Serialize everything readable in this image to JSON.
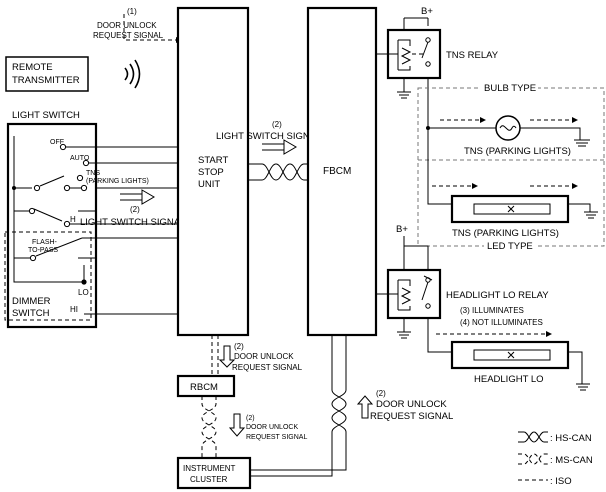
{
  "labels": {
    "remote_transmitter_1": "REMOTE",
    "remote_transmitter_2": "TRANSMITTER",
    "light_switch": "LIGHT SWITCH",
    "off": "OFF",
    "auto": "AUTO",
    "tns_1": "TNS",
    "tns_2": "(PARKING LIGHTS)",
    "h": "H",
    "flash_1": "FLASH-",
    "flash_2": "TO-PASS",
    "lo": "LO",
    "hi": "HI",
    "dimmer_1": "DIMMER",
    "dimmer_2": "SWITCH",
    "sig1_num": "(1)",
    "sig1_1": "DOOR UNLOCK",
    "sig1_2": "REQUEST SIGNAL",
    "sig2a_num": "(2)",
    "sig2a_text": "LIGHT SWITCH SIGNAL",
    "sig2b_num": "(2)",
    "sig2b_text": "LIGHT SWITCH SIGNAL",
    "ssu_1": "START",
    "ssu_2": "STOP",
    "ssu_3": "UNIT",
    "fbcm": "FBCM",
    "bplus_1": "B+",
    "bplus_2": "B+",
    "tns_relay": "TNS RELAY",
    "bulb_type": "BULB TYPE",
    "led_type": "LED TYPE",
    "tns_bulb": "TNS (PARKING LIGHTS)",
    "tns_led": "TNS (PARKING LIGHTS)",
    "headlight_lo_relay": "HEADLIGHT LO RELAY",
    "illum_3": "(3) ILLUMINATES",
    "illum_4": "(4) NOT ILLUMINATES",
    "headlight_lo": "HEADLIGHT LO",
    "rbcm": "RBCM",
    "cluster_1": "INSTRUMENT",
    "cluster_2": "CLUSTER",
    "sig_ssu_rbcm_num": "(2)",
    "sig_ssu_rbcm_1": "DOOR UNLOCK",
    "sig_ssu_rbcm_2": "REQUEST SIGNAL",
    "sig_rbcm_ic_num": "(2)",
    "sig_rbcm_ic_1": "DOOR UNLOCK",
    "sig_rbcm_ic_2": "REQUEST SIGNAL",
    "sig_fbcm_num": "(2)",
    "sig_fbcm_1": "DOOR UNLOCK",
    "sig_fbcm_2": "REQUEST SIGNAL",
    "legend_hs": ": HS-CAN",
    "legend_ms": ": MS-CAN",
    "legend_iso": ": ISO"
  }
}
